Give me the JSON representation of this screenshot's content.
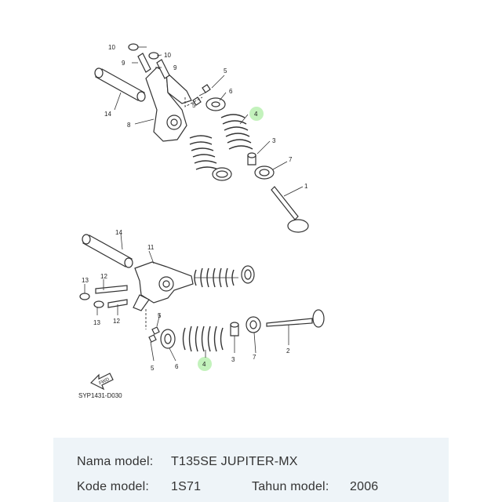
{
  "diagram": {
    "code": "SYP1431-D030",
    "fwd_label": "FWD",
    "highlight_color": "#b8f0b0",
    "callouts": {
      "c10a": "10",
      "c10b": "10",
      "c9a": "9",
      "c9b": "9",
      "c5a": "5",
      "c5b": "5",
      "c6a": "6",
      "c4a": "4",
      "c3a": "3",
      "c7a": "7",
      "c1": "1",
      "c14a": "14",
      "c8": "8",
      "c14b": "14",
      "c11": "11",
      "c13a": "13",
      "c12a": "12",
      "c13b": "13",
      "c12b": "12",
      "c5c": "5",
      "c5d": "5",
      "c6b": "6",
      "c4b": "4",
      "c3b": "3",
      "c7b": "7",
      "c2": "2"
    }
  },
  "info": {
    "model_name_label": "Nama model:",
    "model_name_value": "T135SE JUPITER-MX",
    "model_code_label": "Kode model:",
    "model_code_value": "1S71",
    "model_year_label": "Tahun model:",
    "model_year_value": "2006"
  }
}
